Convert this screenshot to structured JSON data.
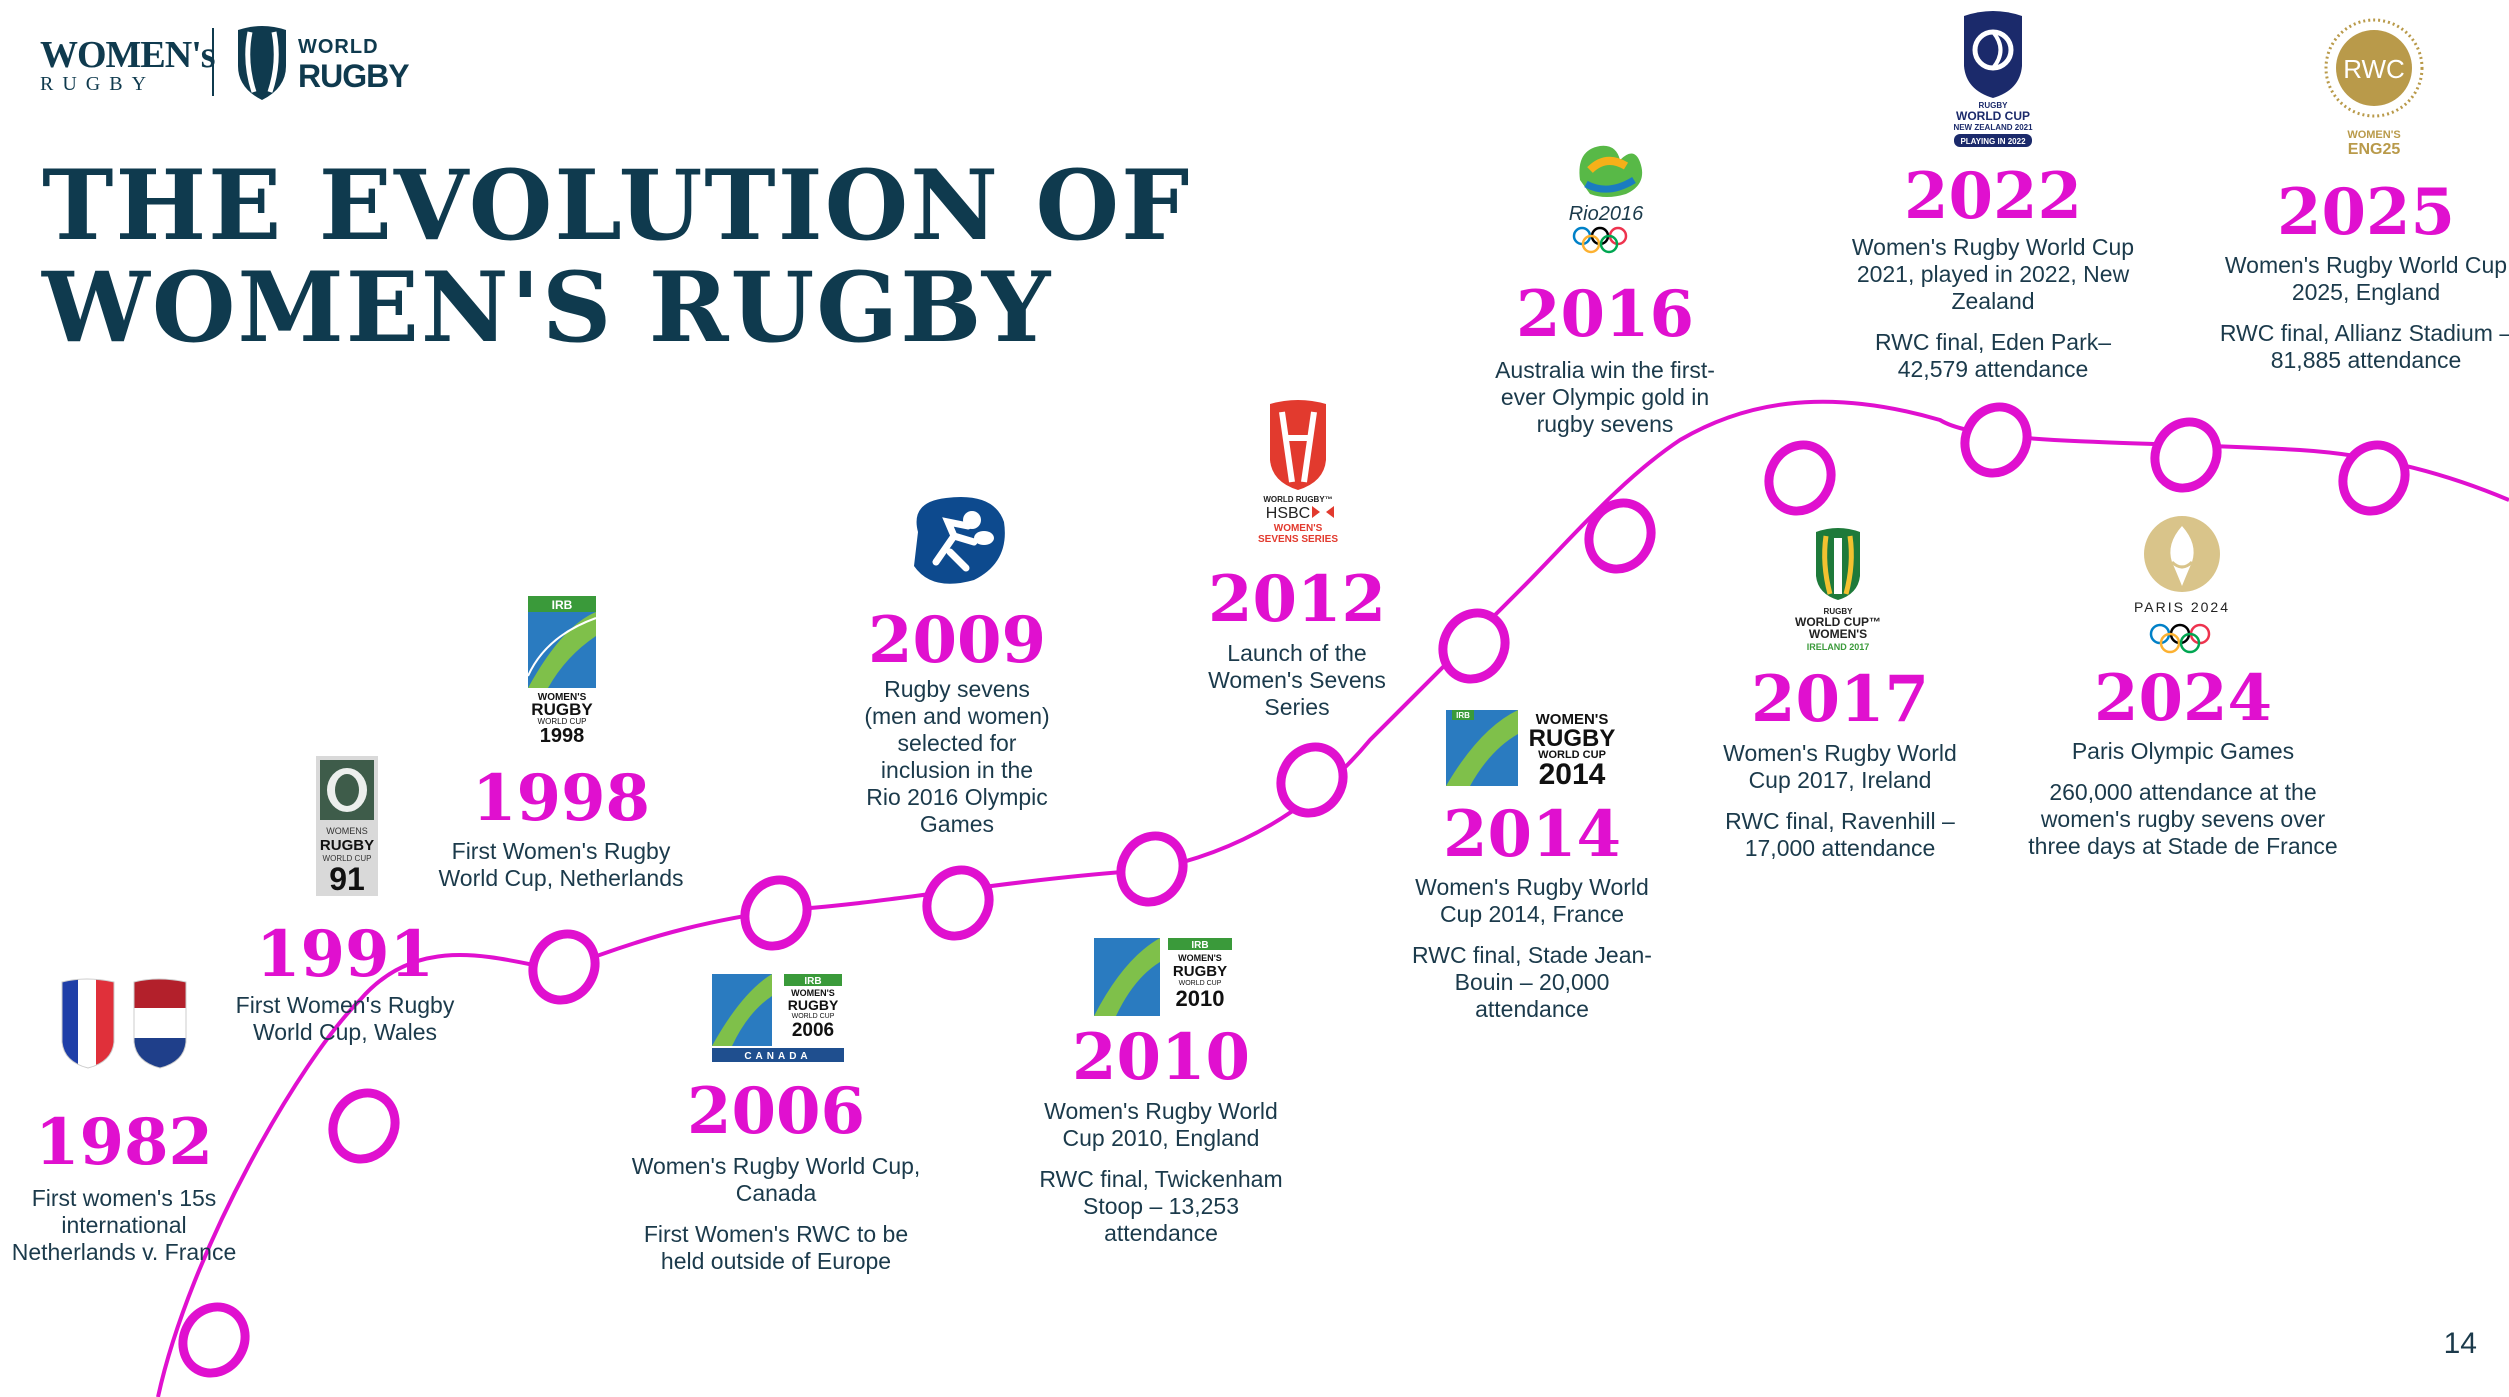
{
  "header": {
    "logo_womens": "WOMEN's",
    "logo_rugby": "RUGBY",
    "logo_world": "WORLD",
    "logo_world_rugby": "RUGBY"
  },
  "title": {
    "line1": "THE EVOLUTION OF",
    "line2": "WOMEN'S RUGBY"
  },
  "accent_color": "#e010cf",
  "title_color": "#0f3a4e",
  "events": [
    {
      "year": "1982",
      "lines": [
        "First women's 15s international Netherlands v. France"
      ]
    },
    {
      "year": "1991",
      "lines": [
        "First Women's Rugby World Cup, Wales"
      ]
    },
    {
      "year": "1998",
      "lines": [
        "First Women's Rugby World Cup, Netherlands"
      ]
    },
    {
      "year": "2006",
      "lines": [
        "Women's Rugby World Cup, Canada",
        "First Women's RWC to be held outside of Europe"
      ]
    },
    {
      "year": "2009",
      "lines": [
        "Rugby sevens (men and women) selected for inclusion in the Rio 2016 Olympic Games"
      ]
    },
    {
      "year": "2010",
      "lines": [
        "Women's Rugby World Cup 2010, England",
        "RWC final, Twickenham Stoop – 13,253 attendance"
      ]
    },
    {
      "year": "2012",
      "lines": [
        "Launch of the Women's Sevens Series"
      ]
    },
    {
      "year": "2014",
      "lines": [
        "Women's Rugby World Cup 2014, France",
        "RWC final, Stade Jean-Bouin – 20,000 attendance"
      ]
    },
    {
      "year": "2016",
      "lines": [
        "Australia win the first-ever Olympic gold in rugby sevens"
      ]
    },
    {
      "year": "2017",
      "lines": [
        "Women's Rugby World Cup 2017, Ireland",
        "RWC final, Ravenhill – 17,000 attendance"
      ]
    },
    {
      "year": "2022",
      "lines": [
        "Women's Rugby World Cup 2021, played in 2022, New Zealand",
        "RWC final, Eden Park– 42,579 attendance"
      ]
    },
    {
      "year": "2024",
      "lines": [
        "Paris Olympic Games",
        "260,000 attendance at the women's rugby sevens over three days at Stade de France"
      ]
    },
    {
      "year": "2025",
      "lines": [
        "Women's Rugby World Cup 2025, England",
        "RWC final, Allianz Stadium – 81,885 attendance"
      ]
    }
  ],
  "logos": {
    "wrwc91": [
      "WOMENS",
      "RUGBY",
      "WORLD CUP",
      "91"
    ],
    "wrwc98": [
      "IRB",
      "WOMEN'S",
      "RUGBY",
      "WORLD CUP",
      "1998"
    ],
    "wrwc06": [
      "IRB",
      "WOMEN'S",
      "RUGBY",
      "WORLD CUP",
      "2006",
      "CANADA"
    ],
    "wrwc10": [
      "IRB",
      "WOMEN'S",
      "RUGBY",
      "WORLD CUP",
      "2010"
    ],
    "hsbc": [
      "WORLD RUGBY™",
      "HSBC",
      "WOMEN'S",
      "SEVENS SERIES"
    ],
    "wrwc14": [
      "IRB",
      "WOMEN'S",
      "RUGBY",
      "WORLD CUP",
      "2014"
    ],
    "rio": "Rio2016",
    "wrwc17": [
      "RUGBY",
      "WORLD CUP™",
      "WOMEN'S",
      "IRELAND 2017"
    ],
    "rwc21": [
      "RUGBY",
      "WORLD CUP",
      "NEW ZEALAND 2021",
      "PLAYING IN 2022"
    ],
    "paris": "PARIS 2024",
    "eng25": [
      "RWC",
      "WOMEN'S",
      "ENG25"
    ]
  },
  "page_number": "14"
}
